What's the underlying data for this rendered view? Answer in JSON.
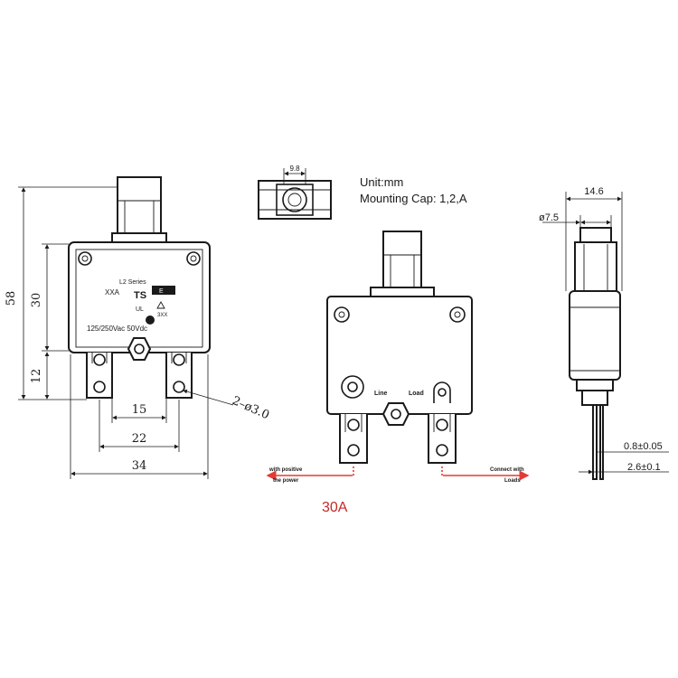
{
  "units": {
    "unit_label": "Unit:mm",
    "mounting_cap": "Mounting Cap: 1,2,A"
  },
  "front_view": {
    "series_label": "L2 Series",
    "model_label": "XXA",
    "brand_mark": "TS",
    "cert_mark": "E",
    "ul_mark": "UL",
    "rating_code": "3XX",
    "ratings": "125/250Vac  50Vdc",
    "dimensions": {
      "height_total": "58",
      "height_body": "30",
      "height_terminal": "12",
      "pitch_inner": "15",
      "pitch_outer": "22",
      "width": "34",
      "hole_note": "2–ø3.0"
    }
  },
  "top_view": {
    "width_dim": "9.8"
  },
  "back_view": {
    "line_label": "Line",
    "load_label": "Load",
    "positive_note_1": "with positive",
    "positive_note_2": "the power",
    "load_note_1": "Connect with",
    "load_note_2": "Loads",
    "rating": "30A"
  },
  "side_view": {
    "dim_top": "14.6",
    "dim_button": "ø7.5",
    "dim_terminal_thickness": "0.8±0.05",
    "dim_terminal_width": "2.6±0.1"
  },
  "colors": {
    "line": "#1a1a1a",
    "accent": "#e53935"
  }
}
